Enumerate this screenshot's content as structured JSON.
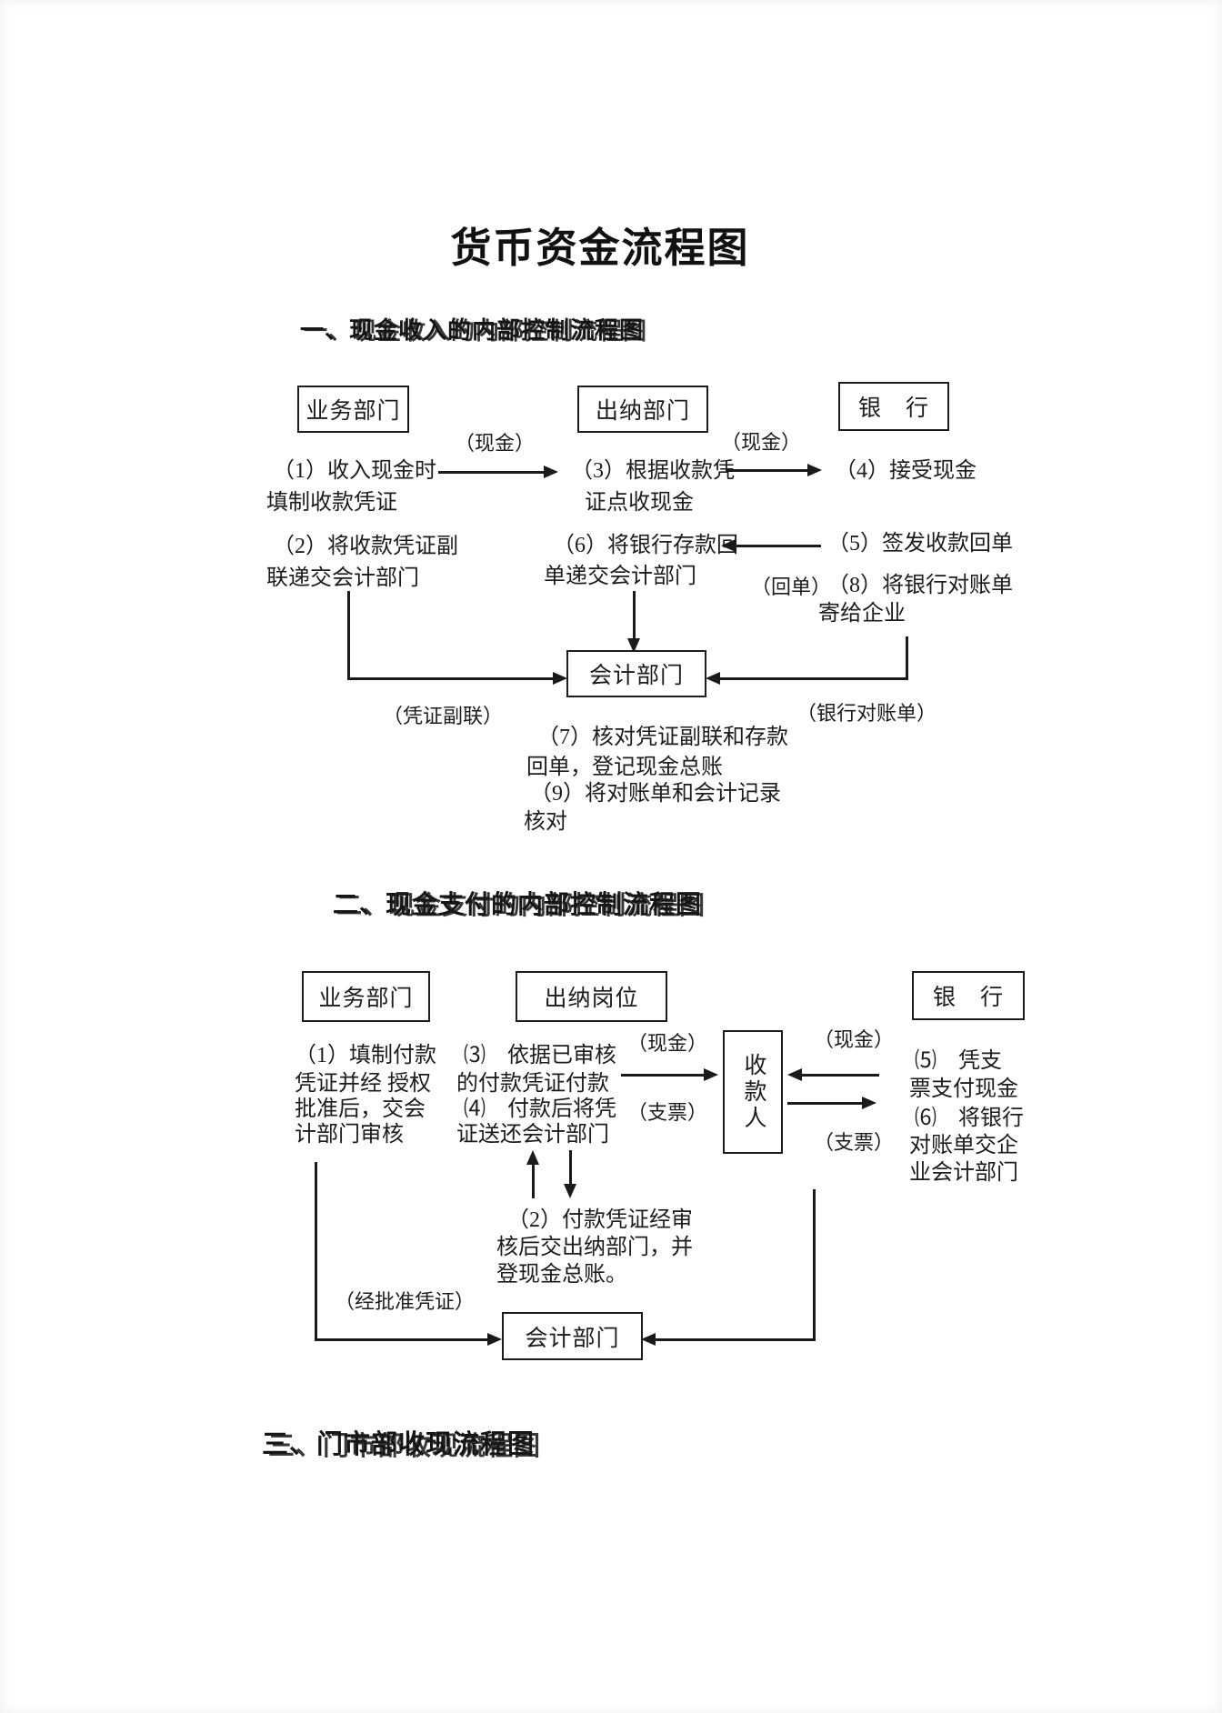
{
  "page": {
    "title": "货币资金流程图",
    "ink_color": "#1c1c1c",
    "background_color": "#ffffff"
  },
  "section1": {
    "heading": "一、现金收入的内部控制流程图",
    "boxes": {
      "business": "业务部门",
      "cashier": "出纳部门",
      "bank": "银　行",
      "accounting": "会计部门"
    },
    "labels": {
      "cash_left": "（现金）",
      "cash_right": "（现金）",
      "receipt": "（回单）",
      "voucher_copy": "（凭证副联）",
      "bank_statement": "（银行对账单）"
    },
    "steps": {
      "s1_l1": "（1）收入现金时",
      "s1_l2": "填制收款凭证",
      "s3_l1": "（3）根据收款凭",
      "s3_l2": "证点收现金",
      "s4": "（4）接受现金",
      "s2_l1": "（2）将收款凭证副",
      "s2_l2": "联递交会计部门",
      "s6_l1": "（6）将银行存款回",
      "s6_l2": "单递交会计部门",
      "s5": "（5）签发收款回单",
      "s8_l1": "（8）将银行对账单",
      "s8_l2": "寄给企业",
      "s7_l1": "（7）核对凭证副联和存款",
      "s7_l2": "回单，登记现金总账",
      "s9_l1": "（9）将对账单和会计记录",
      "s9_l2": "核对"
    }
  },
  "section2": {
    "heading": "二、现金支付的内部控制流程图",
    "boxes": {
      "business": "业务部门",
      "cashier": "出纳岗位",
      "bank": "银　行",
      "payee": "收款人",
      "accounting": "会计部门"
    },
    "labels": {
      "cash_left": "（现金）",
      "check_left": "（支票）",
      "cash_right": "（现金）",
      "check_right": "（支票）",
      "approved": "（经批准凭证）"
    },
    "steps": {
      "s1": [
        "（1）填制付款",
        "凭证并经 授权",
        "批准后，交会",
        "计部门审核"
      ],
      "s3": [
        "⑶　依据已审核",
        "的付款凭证付款"
      ],
      "s4": [
        "⑷　付款后将凭",
        "证送还会计部门"
      ],
      "s5": [
        "⑸　凭支",
        "票支付现金"
      ],
      "s6": [
        "⑹　将银行",
        "对账单交企",
        "业会计部门"
      ],
      "s2": [
        "（2）付款凭证经审",
        "核后交出纳部门，并",
        "登现金总账。"
      ]
    }
  },
  "section3": {
    "heading": "三、门市部收现流程图"
  }
}
